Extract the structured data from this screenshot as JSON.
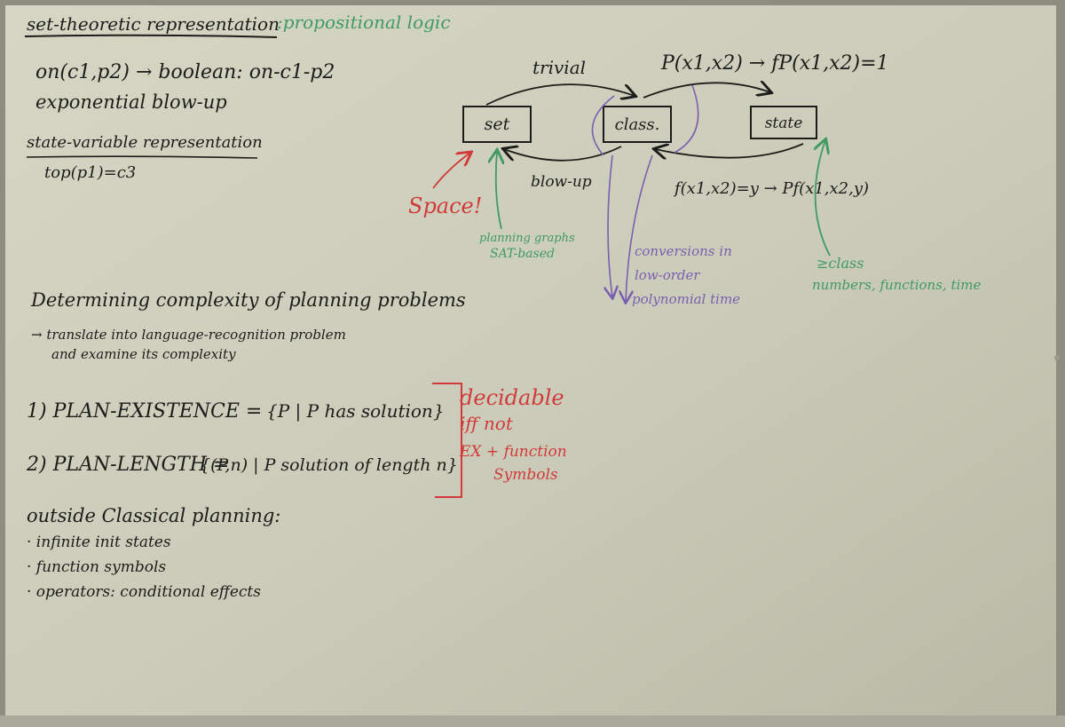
{
  "colors": {
    "black_ink": "#1c1c1a",
    "green_ink": "#3f9a63",
    "red_ink": "#d23a3a",
    "purple_ink": "#7a5fb0",
    "board": "#cdcdbd"
  },
  "header": {
    "title": "set-theoretic representation",
    "subtitle": ":propositional logic"
  },
  "left_notes": {
    "line1": "on(c1,p2) → boolean: on-c1-p2",
    "line2": "exponential blow-up",
    "line3": "state-variable representation",
    "line4": "top(p1)=c3"
  },
  "diagram": {
    "box_set": "set",
    "box_class": "class.",
    "box_state": "state",
    "arrow_trivial": "trivial",
    "arrow_blowup": "blow-up",
    "formula_top": "P(x1,x2) → fP(x1,x2)=1",
    "formula_bottom": "f(x1,x2)=y → Pf(x1,x2,y)",
    "space_label": "Space!",
    "green_note_1": "planning graphs",
    "green_note_2": "SAT-based",
    "purple_note_1": "conversions in",
    "purple_note_2": "low-order",
    "purple_note_3": "polynomial time",
    "right_note_1": "≥class",
    "right_note_2": "numbers, functions, time"
  },
  "complexity": {
    "title": "Determining complexity of planning problems",
    "sub1": "→ translate into language-recognition problem",
    "sub2": "and examine its complexity",
    "item1_label": "1) PLAN-EXISTENCE =",
    "item1_set": "{P | P has solution}",
    "item2_label": "2) PLAN-LENGTH =",
    "item2_set": "{(P,n) | P solution of length n}",
    "side_1": "decidable",
    "side_2": "iff not",
    "side_3": "EX + function",
    "side_4": "Symbols"
  },
  "outside": {
    "title": "outside Classical planning:",
    "b1": "· infinite init states",
    "b2": "· function symbols",
    "b3": "· operators: conditional effects"
  }
}
